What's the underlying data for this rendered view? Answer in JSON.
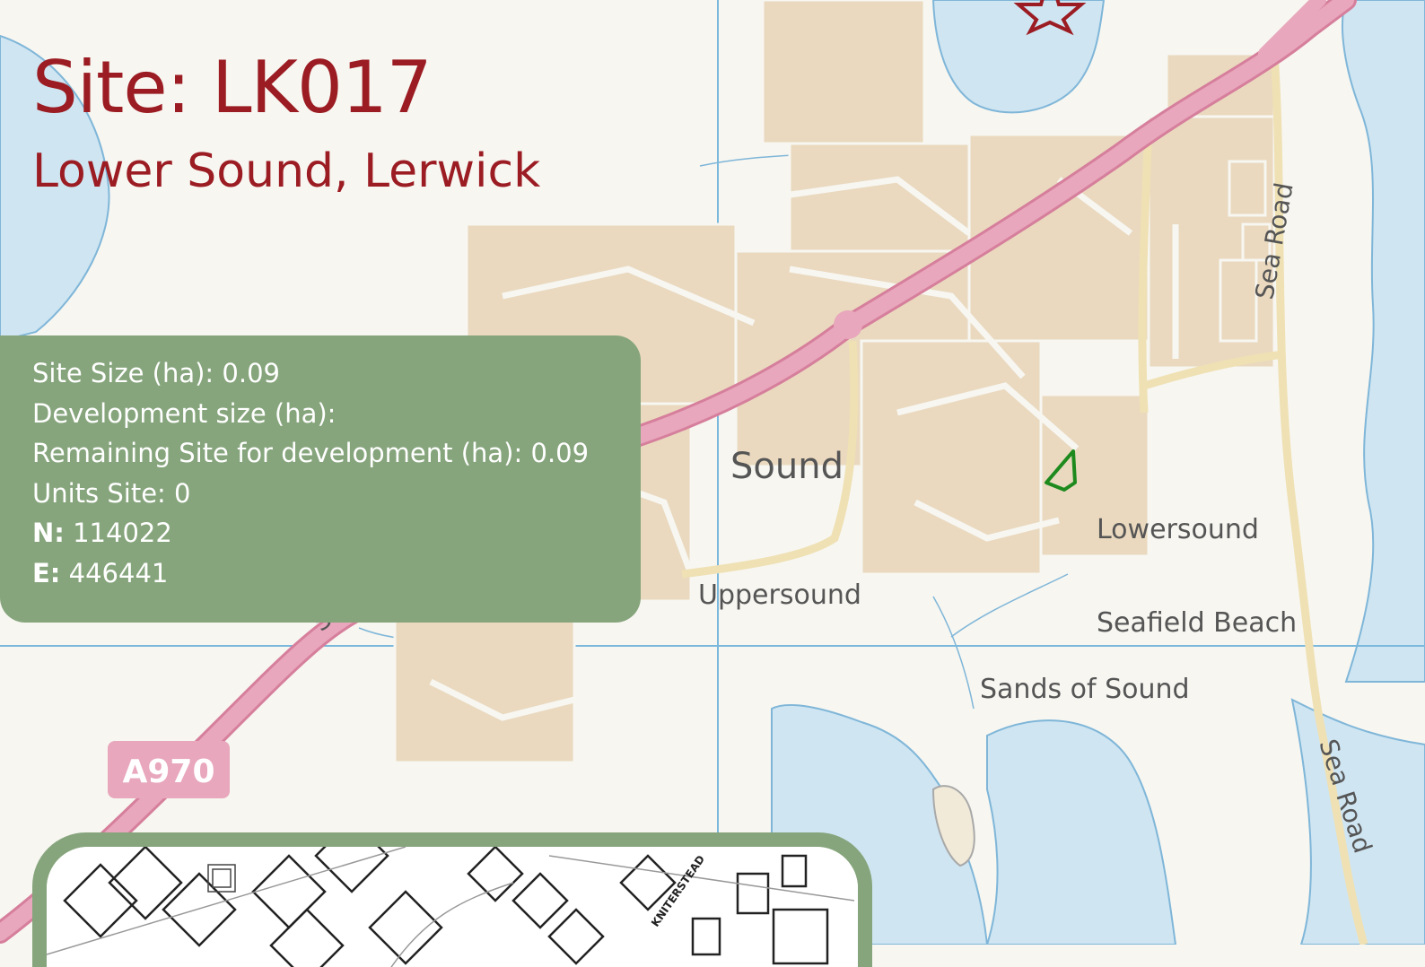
{
  "header": {
    "title": "Site: LK017",
    "subtitle": "Lower Sound, Lerwick"
  },
  "info": {
    "site_size": "Site Size (ha): 0.09",
    "development_size": "Development size (ha):",
    "remaining": "Remaining Site for development (ha): 0.09",
    "units": "Units Site: 0",
    "northing_label": "N:",
    "northing_value": " 114022",
    "easting_label": "E:",
    "easting_value": " 446441"
  },
  "map": {
    "labels": {
      "sound": "Sound",
      "lowersound": "Lowersound",
      "uppersound": "Uppersound",
      "seafield_beach": "Seafield Beach",
      "sands_of_sound": "Sands of Sound",
      "sea_road_top": "Sea Road",
      "sea_road_bottom": "Sea Road",
      "road_number": "A970",
      "road_fragment": "S"
    },
    "inset": {
      "street_label": "KNITERSTEAD"
    }
  },
  "colors": {
    "title": "#9b1c22",
    "panel": "#86a57c",
    "water": "#cfe5f2",
    "road": "#e8a7bc",
    "building": "#ead9bf",
    "site_outline": "#1e8a1e"
  }
}
